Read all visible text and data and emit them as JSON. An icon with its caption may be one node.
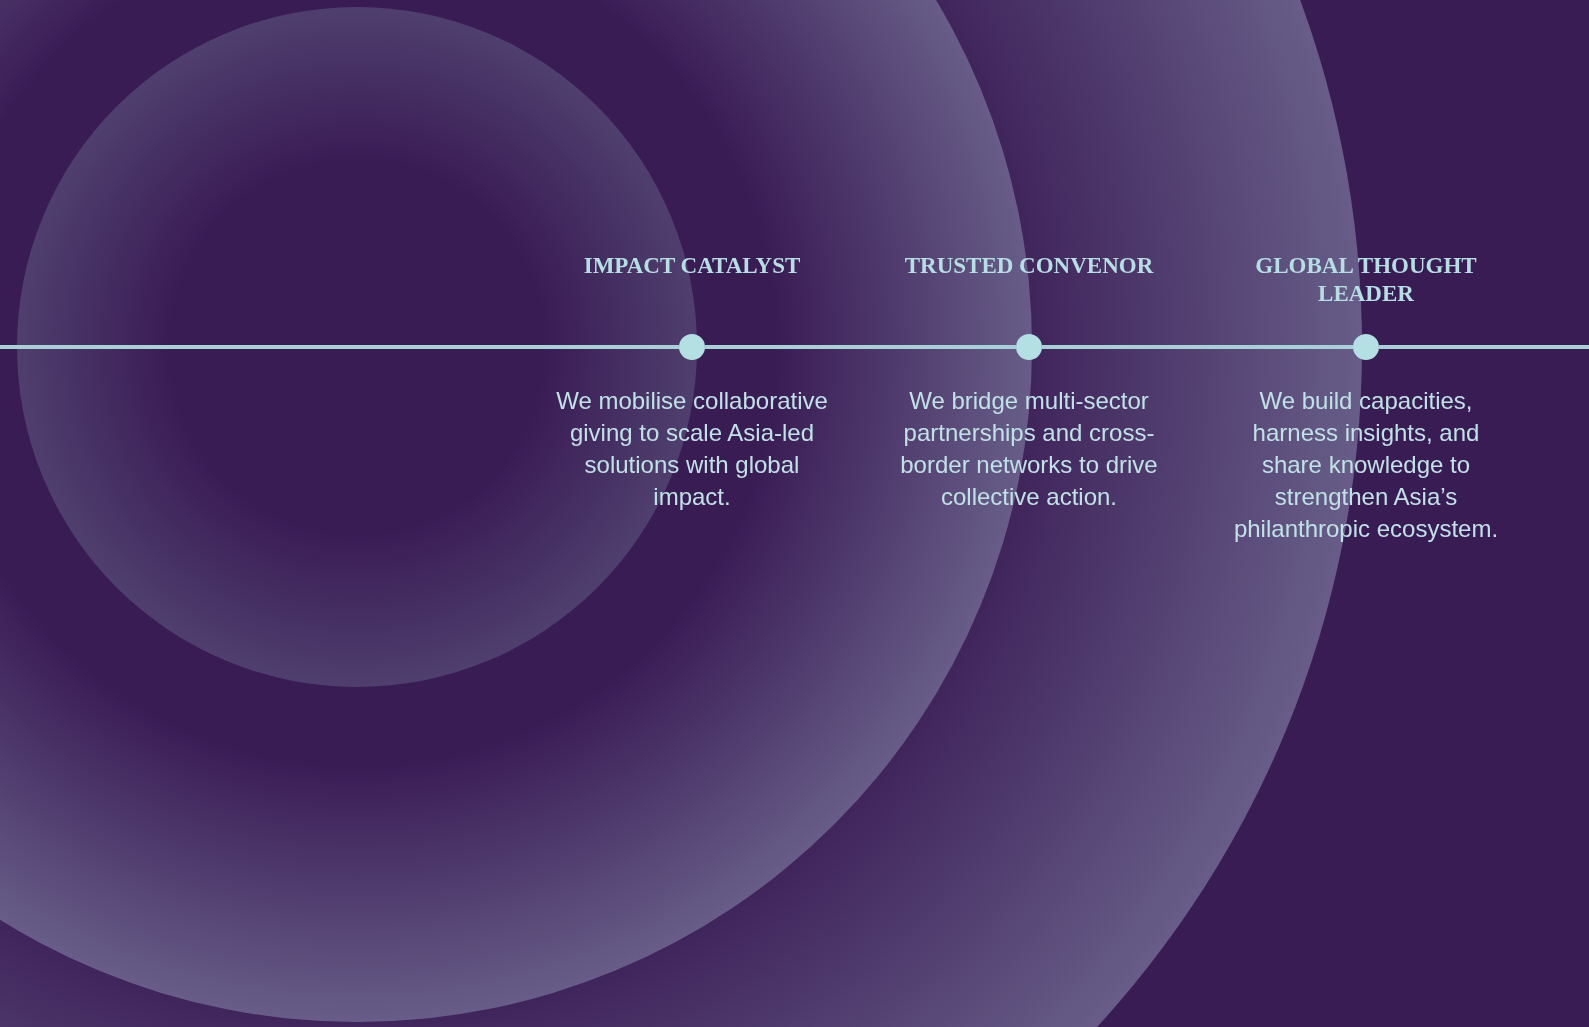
{
  "diagram": {
    "nodes": [
      {
        "text": [
          "IMPACT CATALYST",
          "We mobilise collaborative giving to scale Asia-led solutions with global impact."
        ]
      },
      {
        "text": [
          "TRUSTED CONVENOR",
          "We bridge multi-sector partnerships and cross-border networks to drive collective action."
        ]
      },
      {
        "text": [
          "GLOBAL THOUGHT LEADER",
          "We build capacities, harness insights, and share knowledge to strengthen Asia’s philanthropic ecosystem."
        ]
      }
    ],
    "edges": [
      {
        "from": null,
        "to": 0,
        "arrow": "none"
      },
      {
        "from": 0,
        "to": 1,
        "arrow": "none"
      },
      {
        "from": 1,
        "to": 2,
        "arrow": "none"
      },
      {
        "from": 2,
        "to": null,
        "arrow": "none"
      }
    ]
  }
}
